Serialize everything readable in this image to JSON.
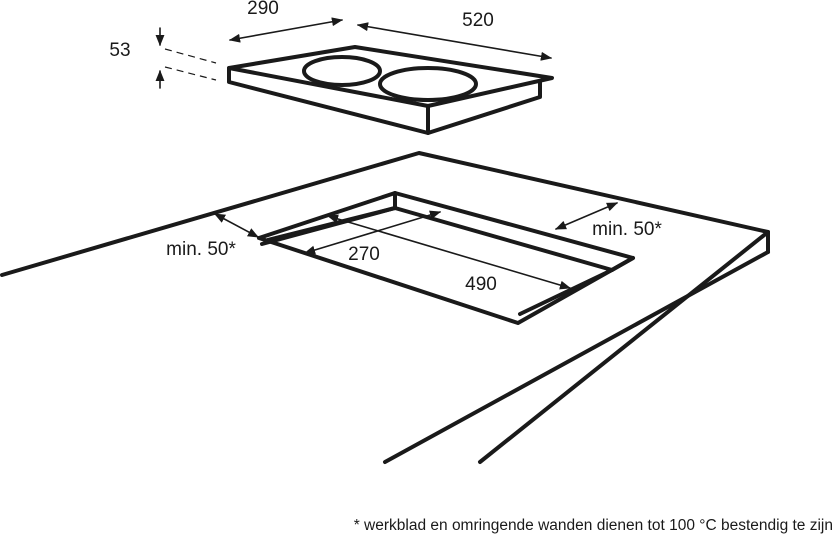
{
  "hob_dimensions": {
    "depth_label": "290",
    "width_label": "520",
    "height_label": "53"
  },
  "cutout_dimensions": {
    "depth_label": "270",
    "width_label": "490",
    "clearance_left_label": "min. 50*",
    "clearance_back_label": "min. 50*"
  },
  "footnote": "* werkblad en omringende wanden dienen tot 100 °C bestendig te zijn"
}
